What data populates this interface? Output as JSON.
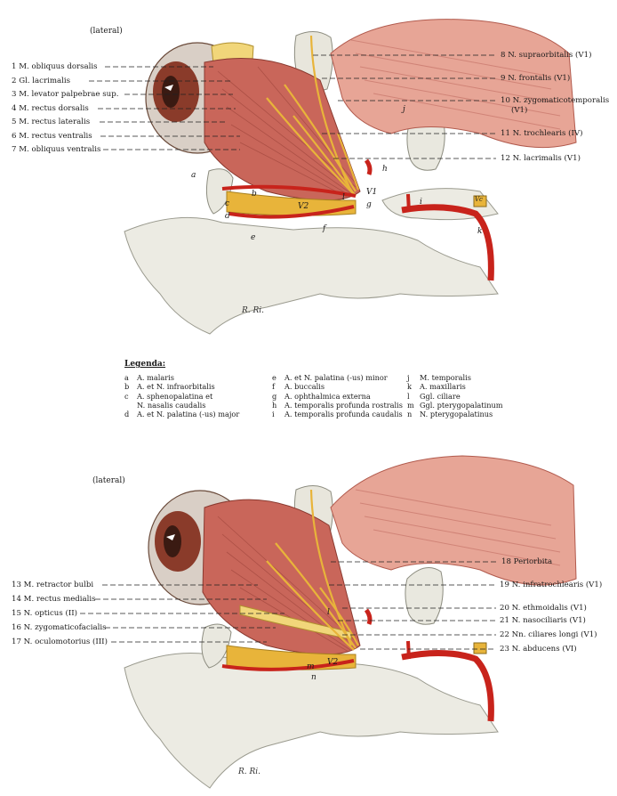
{
  "top": {
    "view_label": "(lateral)",
    "signature": "R. Ri.",
    "left_labels": [
      "1 M. obliquus dorsalis",
      "2 Gl. lacrimalis",
      "3 M. levator palpebrae sup.",
      "4 M. rectus dorsalis",
      "5 M. rectus lateralis",
      "6 M. rectus ventralis",
      "7 M. obliquus ventralis"
    ],
    "right_labels": [
      "8 N. supraorbitalis (V1)",
      "9 N. frontalis (V1)",
      "10 N. zygomaticotemporalis",
      "(V1)",
      "11 N. trochlearis (IV)",
      "12 N. lacrimalis (V1)"
    ],
    "letter_tags": [
      "a",
      "b",
      "c",
      "d",
      "e",
      "f",
      "g",
      "h",
      "i",
      "j",
      "k",
      "l",
      "V1",
      "V2",
      "Vc"
    ]
  },
  "legend": {
    "title": "Legenda:",
    "col1": [
      {
        "k": "a",
        "t": "A. malaris"
      },
      {
        "k": "b",
        "t": "A. et N. infraorbitalis"
      },
      {
        "k": "c",
        "t": "A. sphenopalatina et"
      },
      {
        "k": "",
        "t": "N. nasalis caudalis"
      },
      {
        "k": "d",
        "t": "A. et N. palatina (-us) major"
      }
    ],
    "col2": [
      {
        "k": "e",
        "t": "A. et N. palatina (-us) minor"
      },
      {
        "k": "f",
        "t": "A. buccalis"
      },
      {
        "k": "g",
        "t": "A. ophthalmica externa"
      },
      {
        "k": "h",
        "t": "A. temporalis profunda rostralis"
      },
      {
        "k": "i",
        "t": "A. temporalis profunda caudalis"
      }
    ],
    "col3": [
      {
        "k": "j",
        "t": "M. temporalis"
      },
      {
        "k": "k",
        "t": "A. maxillaris"
      },
      {
        "k": "l",
        "t": "Ggl. ciliare"
      },
      {
        "k": "m",
        "t": "Ggl. pterygopalatinum"
      },
      {
        "k": "n",
        "t": "N. pterygopalatinus"
      }
    ]
  },
  "bottom": {
    "view_label": "(lateral)",
    "signature": "R. Ri.",
    "left_labels": [
      "13 M. retractor bulbi",
      "14 M. rectus medialis",
      "15 N. opticus (II)",
      "16 N. zygomaticofacialis",
      "17 N. oculomotorius (III)"
    ],
    "right_labels": [
      "18 Periorbita",
      "19 N. infratrochlearis (V1)",
      "20 N. ethmoidalis (V1)",
      "21 N. nasociliaris (V1)",
      "22 Nn. ciliares longi (V1)",
      "23 N. abducens (VI)"
    ],
    "letter_tags": [
      "l",
      "m",
      "n",
      "V2"
    ]
  },
  "colors": {
    "muscle": "#c9665a",
    "muscle_light": "#e7a596",
    "nerve": "#e8b43a",
    "artery": "#c8231b",
    "bone": "#e8e6dc",
    "eye_iris": "#8a3b2a",
    "gland": "#f1d67a"
  }
}
